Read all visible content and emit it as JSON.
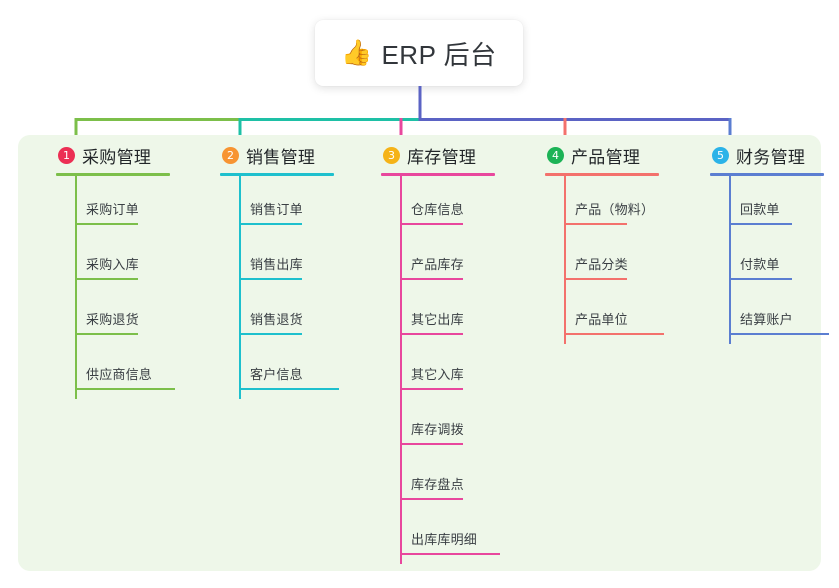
{
  "root": {
    "icon": "thumbs-up-icon",
    "icon_glyph": "👍",
    "title": "ERP 后台"
  },
  "palette": {
    "page_background": "#ffffff",
    "panel_background": "#eef7e9",
    "title_text": "#32363b",
    "leaf_text": "#3a3f44",
    "trunk": "#5b63c4",
    "bus_left": "#7cbf4a",
    "bus_mid": "#1ec0a6",
    "bus_right": "#5b63c4"
  },
  "columns": [
    {
      "index": "1",
      "badge_number": "1",
      "badge_color": "#ec2f54",
      "title": "采购管理",
      "line_color": "#7cbf4a",
      "drop_color": "#7cbf4a",
      "items": [
        {
          "label": "采购订单"
        },
        {
          "label": "采购入库"
        },
        {
          "label": "采购退货"
        },
        {
          "label": "供应商信息"
        }
      ]
    },
    {
      "index": "2",
      "badge_number": "2",
      "badge_color": "#f79432",
      "title": "销售管理",
      "line_color": "#1ec0cd",
      "drop_color": "#1ec0a6",
      "items": [
        {
          "label": "销售订单"
        },
        {
          "label": "销售出库"
        },
        {
          "label": "销售退货"
        },
        {
          "label": "客户信息"
        }
      ]
    },
    {
      "index": "3",
      "badge_number": "3",
      "badge_color": "#f5b318",
      "title": "库存管理",
      "line_color": "#e8479d",
      "drop_color": "#e8479d",
      "items": [
        {
          "label": "仓库信息"
        },
        {
          "label": "产品库存"
        },
        {
          "label": "其它出库"
        },
        {
          "label": "其它入库"
        },
        {
          "label": "库存调拨"
        },
        {
          "label": "库存盘点"
        },
        {
          "label": "出库库明细"
        }
      ]
    },
    {
      "index": "4",
      "badge_number": "4",
      "badge_color": "#1cb356",
      "title": "产品管理",
      "line_color": "#f3716c",
      "drop_color": "#f3716c",
      "items": [
        {
          "label": "产品（物料）"
        },
        {
          "label": "产品分类"
        },
        {
          "label": "产品单位"
        }
      ]
    },
    {
      "index": "5",
      "badge_number": "5",
      "badge_color": "#2bb3e8",
      "title": "财务管理",
      "line_color": "#5b7ed1",
      "drop_color": "#5b7ed1",
      "items": [
        {
          "label": "回款单"
        },
        {
          "label": "付款单"
        },
        {
          "label": "结算账户"
        }
      ]
    }
  ]
}
